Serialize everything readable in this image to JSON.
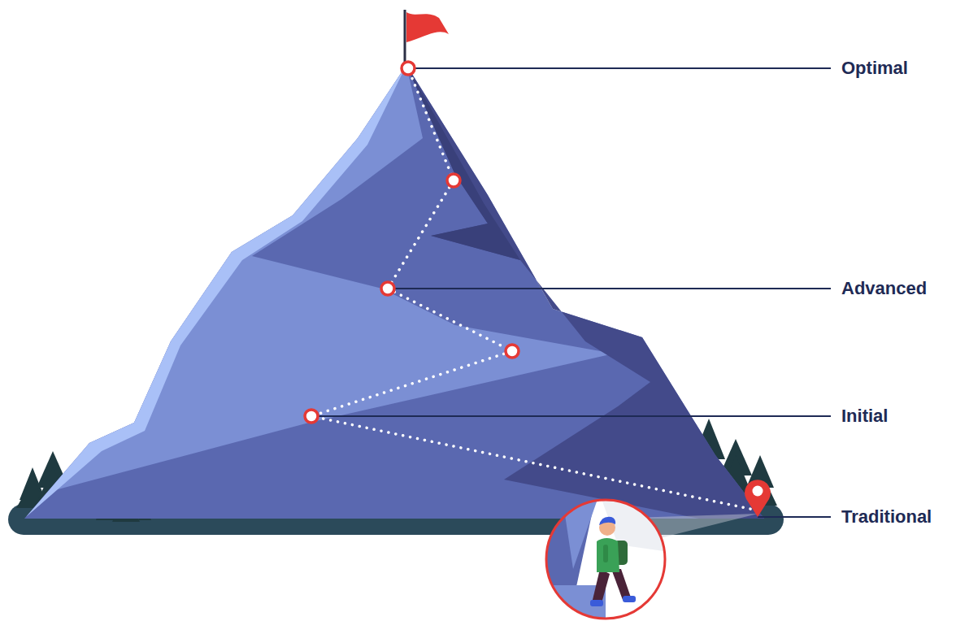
{
  "diagram": {
    "labels": [
      "Optimal",
      "Advanced",
      "Initial",
      "Traditional"
    ]
  }
}
